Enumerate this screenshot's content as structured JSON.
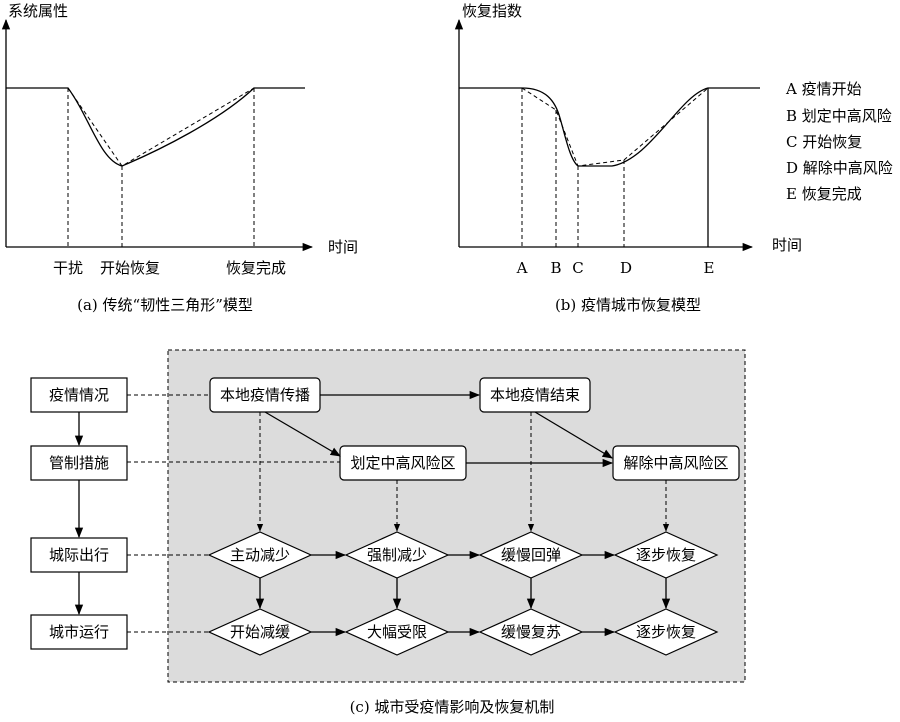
{
  "panel_a": {
    "y_axis_label": "系统属性",
    "x_axis_label": "时间",
    "tick_disturb": "干扰",
    "tick_start_recovery": "开始恢复",
    "tick_recovery_done": "恢复完成",
    "caption": "(a) 传统“韧性三角形”模型"
  },
  "panel_b": {
    "y_axis_label": "恢复指数",
    "x_axis_label": "时间",
    "ticks": [
      "A",
      "B",
      "C",
      "D",
      "E"
    ],
    "legend": [
      "A  疫情开始",
      "B 划定中高风险",
      "C 开始恢复",
      "D 解除中高风险",
      "E 恢复完成"
    ],
    "caption": "(b)  疫情城市恢复模型"
  },
  "panel_c": {
    "left_boxes": [
      "疫情情况",
      "管制措施",
      "城际出行",
      "城市运行"
    ],
    "event_boxes": [
      "本地疫情传播",
      "本地疫情结束",
      "划定中高风险区",
      "解除中高风险区"
    ],
    "travel_states": [
      "主动减少",
      "强制减少",
      "缓慢回弹",
      "逐步恢复"
    ],
    "operation_states": [
      "开始减缓",
      "大幅受限",
      "缓慢复苏",
      "逐步恢复"
    ],
    "caption": "(c) 城市受疫情影响及恢复机制"
  },
  "colors": {
    "panel_background": "#dcdcdc",
    "line": "#000000"
  }
}
